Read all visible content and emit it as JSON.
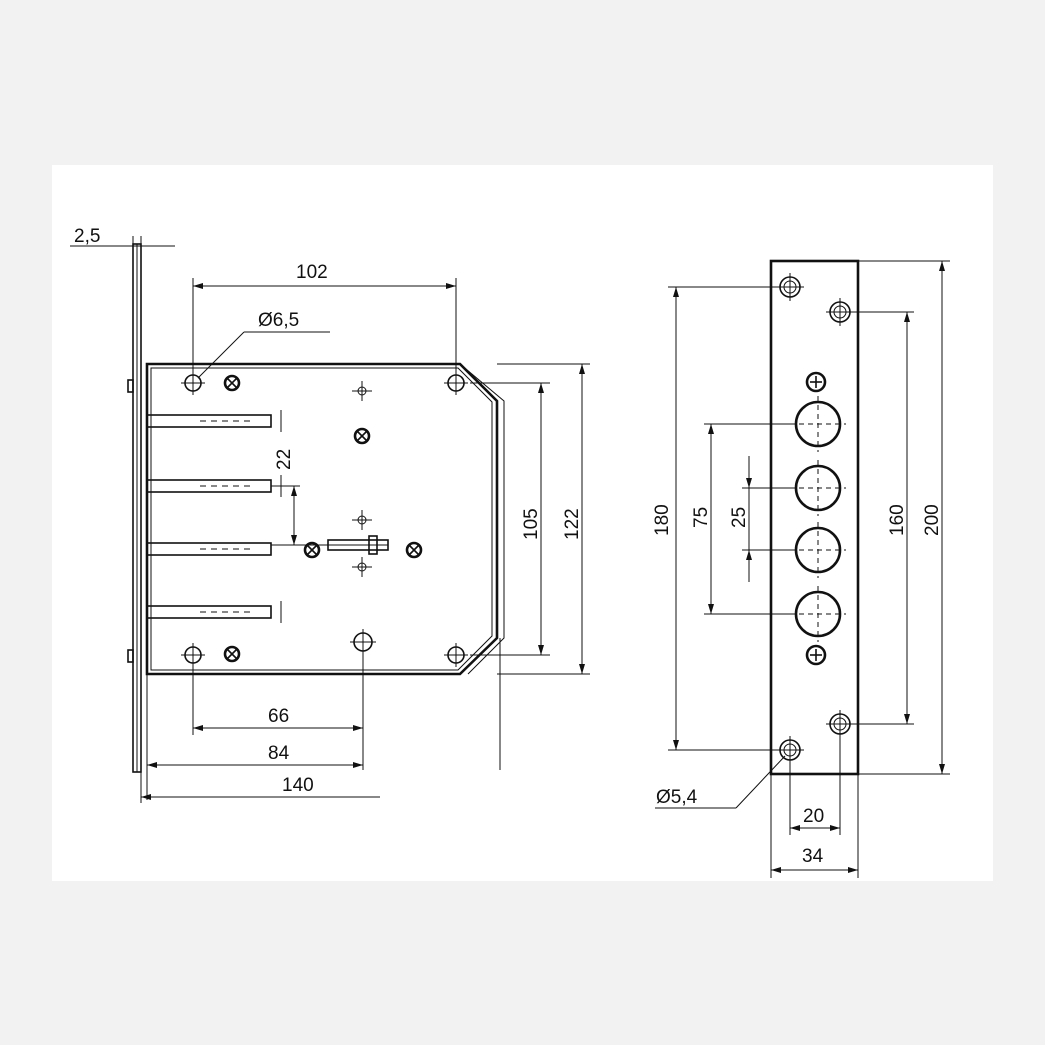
{
  "drawing": {
    "dimensions": {
      "side_thickness": "2,5",
      "hole_spacing_top": "102",
      "hole_diameter_body": "Ø6,5",
      "bolt_pitch": "22",
      "body_inner_height": "105",
      "body_height": "122",
      "spindle_offset": "66",
      "backset": "84",
      "body_length": "140",
      "faceplate_length": "200",
      "bolt_span": "180",
      "bolt_span_inner": "75",
      "bolt_spacing": "25",
      "faceplate_hole_spacing": "160",
      "faceplate_hole_diameter": "Ø5,4",
      "faceplate_hole_offset": "20",
      "faceplate_width": "34"
    },
    "colors": {
      "line": "#111111",
      "paper": "#ffffff",
      "background": "#f2f2f2"
    }
  }
}
